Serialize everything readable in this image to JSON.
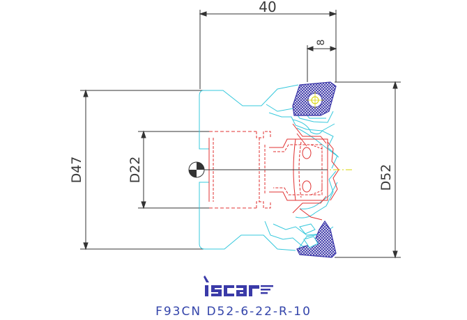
{
  "dimensions": {
    "length": "40",
    "insert_width": "8",
    "bore_diameter": "D22",
    "body_diameter": "D47",
    "cutting_diameter": "D52"
  },
  "brand": {
    "logo_text": "iscar"
  },
  "product_code": "F93CN D52-6-22-R-10",
  "colors": {
    "dimension_lines": "#333333",
    "body_outline": "#35c8dc",
    "hidden_lines": "#e03030",
    "insert_fill": "#3a36a8",
    "screw": "#d8d400",
    "logo": "#3a3aa8",
    "caption": "#3344aa"
  }
}
